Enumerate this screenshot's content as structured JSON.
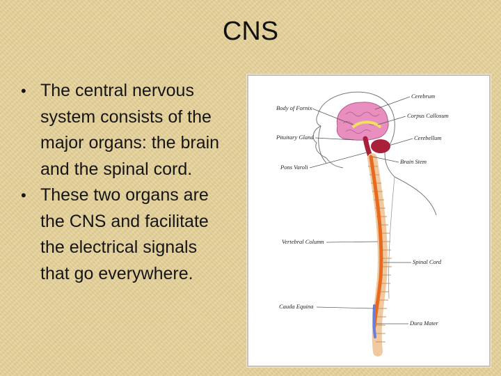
{
  "slide": {
    "title": "CNS",
    "bullets": [
      "The central nervous system consists of the major organs: the brain and the spinal cord.",
      "These two organs are the CNS and facilitate the electrical signals that go everywhere."
    ],
    "bullet_glyph": "•"
  },
  "figure": {
    "labels": {
      "body_of_fornix": "Body of Fornix",
      "pituitary_gland": "Pituitary Gland",
      "pons_varoli": "Pons Varoli",
      "vertebral_column": "Vertebral Column",
      "cauda_equina": "Cauda Equina",
      "cerebrum": "Cerebrum",
      "corpus_callosum": "Corpus Callosum",
      "cerebellum": "Cerebellum",
      "brain_stem": "Brain Stem",
      "spinal_cord": "Spinal Cord",
      "dura_mater": "Dura Mater"
    },
    "colors": {
      "brain": "#e88fc0",
      "cerebellum": "#a8203a",
      "spinal_cord": "#e86a1e",
      "vertebrae": "#f0c9a0",
      "dura": "#6a7fd6"
    }
  }
}
